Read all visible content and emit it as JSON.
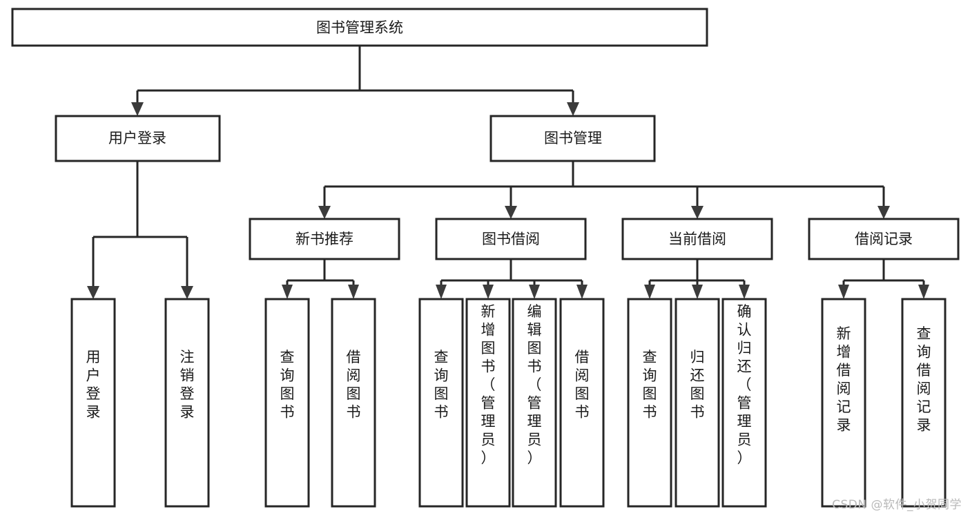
{
  "diagram": {
    "title": "图书管理系统",
    "watermark": "CSDN @软件_小贺同学",
    "type": "tree-hierarchy-chart",
    "colors": {
      "box_stroke": "#262626",
      "box_fill": "#ffffff",
      "line": "#262626",
      "arrow": "#3b3b3b",
      "text": "#1a1a1a",
      "watermark": "#b9b9b9",
      "background": "#ffffff"
    },
    "nodes": {
      "root": {
        "label": "图书管理系统",
        "orientation": "horizontal"
      },
      "level2": [
        {
          "id": "user-login",
          "label": "用户登录",
          "orientation": "horizontal"
        },
        {
          "id": "book-manage",
          "label": "图书管理",
          "orientation": "horizontal"
        }
      ],
      "level3": [
        {
          "id": "new-book-recommend",
          "label": "新书推荐",
          "orientation": "horizontal",
          "parent": "book-manage"
        },
        {
          "id": "book-borrow",
          "label": "图书借阅",
          "orientation": "horizontal",
          "parent": "book-manage"
        },
        {
          "id": "current-borrow",
          "label": "当前借阅",
          "orientation": "horizontal",
          "parent": "book-manage"
        },
        {
          "id": "borrow-record",
          "label": "借阅记录",
          "orientation": "horizontal",
          "parent": "book-manage"
        }
      ],
      "leaves": [
        {
          "id": "leaf-user-login",
          "label": "用户登录",
          "orientation": "vertical",
          "parent": "user-login"
        },
        {
          "id": "leaf-user-logout",
          "label": "注销登录",
          "orientation": "vertical",
          "parent": "user-login"
        },
        {
          "id": "leaf-query-book-1",
          "label": "查询图书",
          "orientation": "vertical",
          "parent": "new-book-recommend"
        },
        {
          "id": "leaf-borrow-book-1",
          "label": "借阅图书",
          "orientation": "vertical",
          "parent": "new-book-recommend"
        },
        {
          "id": "leaf-query-book-2",
          "label": "查询图书",
          "orientation": "vertical",
          "parent": "book-borrow"
        },
        {
          "id": "leaf-add-book",
          "label": "新增图书（管理员）",
          "orientation": "vertical",
          "parent": "book-borrow"
        },
        {
          "id": "leaf-edit-book",
          "label": "编辑图书（管理员）",
          "orientation": "vertical",
          "parent": "book-borrow"
        },
        {
          "id": "leaf-borrow-book-2",
          "label": "借阅图书",
          "orientation": "vertical",
          "parent": "book-borrow"
        },
        {
          "id": "leaf-query-book-3",
          "label": "查询图书",
          "orientation": "vertical",
          "parent": "current-borrow"
        },
        {
          "id": "leaf-return-book",
          "label": "归还图书",
          "orientation": "vertical",
          "parent": "current-borrow"
        },
        {
          "id": "leaf-confirm-return",
          "label": "确认归还（管理员）",
          "orientation": "vertical",
          "parent": "current-borrow"
        },
        {
          "id": "leaf-add-record",
          "label": "新增借阅记录",
          "orientation": "vertical",
          "parent": "borrow-record"
        },
        {
          "id": "leaf-query-record",
          "label": "查询借阅记录",
          "orientation": "vertical",
          "parent": "borrow-record"
        }
      ]
    }
  }
}
